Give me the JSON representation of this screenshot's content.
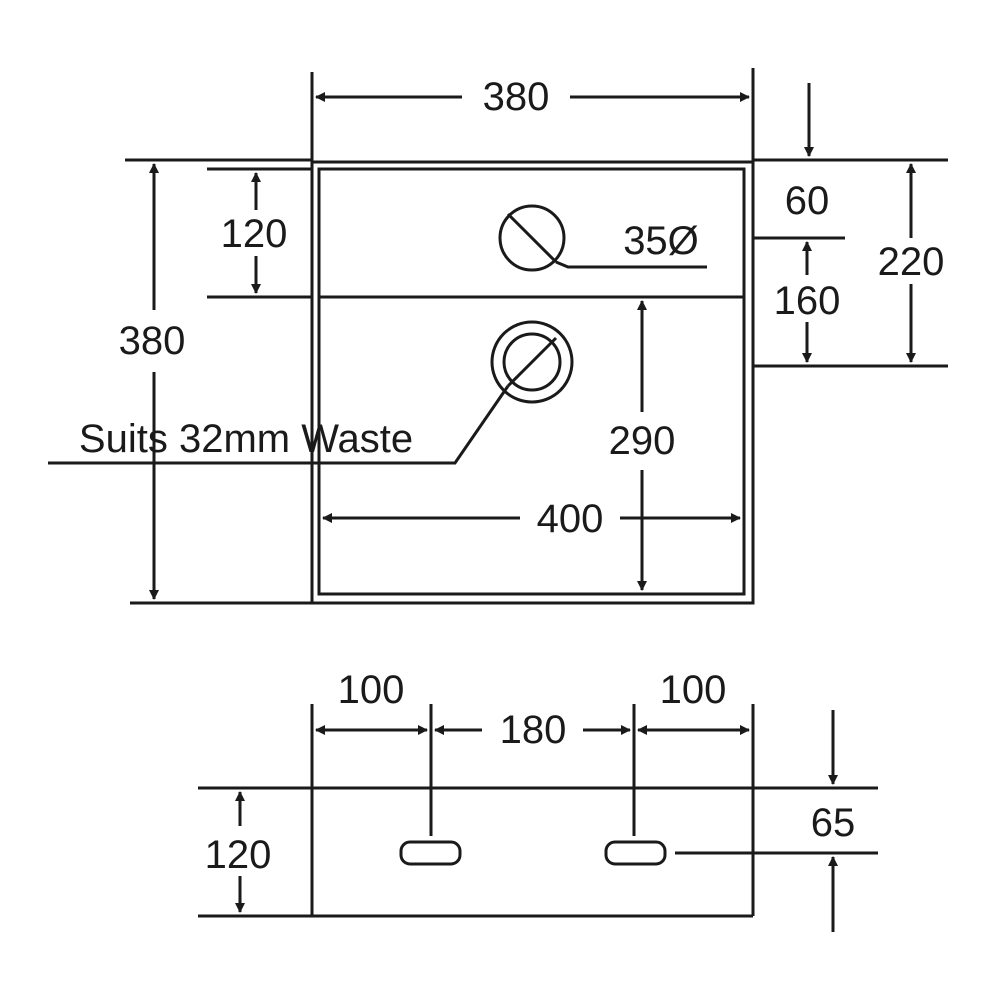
{
  "dimensions": {
    "top_width": "380",
    "left_height": "380",
    "upper_section": "120",
    "tap_hole": "35Ø",
    "waste_label": "Suits 32mm Waste",
    "bowl_depth": "290",
    "inner_width": "400",
    "right_offset": "60",
    "right_lower": "160",
    "right_total": "220",
    "left_margin": "100",
    "bracket_spacing": "180",
    "right_margin": "100",
    "side_height": "120",
    "bracket_height": "65"
  },
  "colors": {
    "line": "#1a1a1a",
    "background": "#ffffff"
  }
}
